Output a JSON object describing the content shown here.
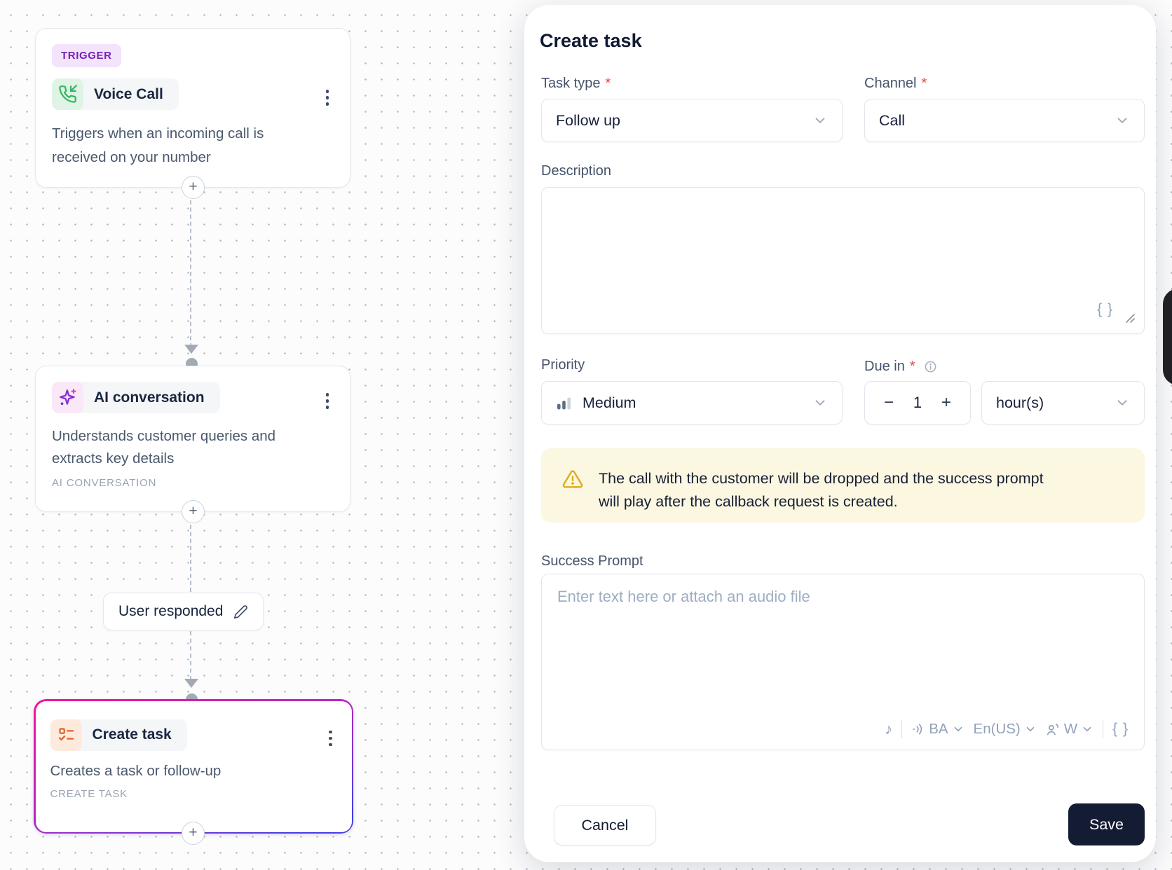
{
  "canvas": {
    "trigger_node": {
      "badge": "TRIGGER",
      "title": "Voice Call",
      "description": "Triggers when an incoming call is received on your number"
    },
    "ai_node": {
      "title": "AI conversation",
      "description": "Understands customer queries and extracts key details",
      "footer": "AI CONVERSATION"
    },
    "task_node": {
      "title": "Create task",
      "description": "Creates a task or follow-up",
      "footer": "CREATE TASK"
    },
    "edge_label": "User responded",
    "plus_glyph": "+"
  },
  "panel": {
    "title": "Create task",
    "task_type": {
      "label": "Task type",
      "required_mark": "*",
      "value": "Follow up"
    },
    "channel": {
      "label": "Channel",
      "required_mark": "*",
      "value": "Call"
    },
    "description": {
      "label": "Description",
      "value": "",
      "braces_glyph": "{ }"
    },
    "priority": {
      "label": "Priority",
      "value": "Medium"
    },
    "due_in": {
      "label": "Due in",
      "required_mark": "*",
      "minus_glyph": "−",
      "value": "1",
      "plus_glyph": "+"
    },
    "due_unit": {
      "value": "hour(s)"
    },
    "warning": "The call with the customer will be dropped and the success prompt will play after the callback request is created.",
    "success_prompt": {
      "label": "Success Prompt",
      "placeholder": "Enter text here or attach an audio file"
    },
    "voice_toolbar": {
      "note_glyph": "♪",
      "voice_label": "BA",
      "language_label": "En(US)",
      "speaker_label": "W",
      "braces_glyph": "{ }"
    },
    "cancel_label": "Cancel",
    "save_label": "Save"
  },
  "colors": {
    "badge_purple": "#7222ba",
    "selected_gradient_start": "#f0169f",
    "selected_gradient_end": "#4340e0",
    "save_bg": "#141c34",
    "warning_bg": "#fbf7e1",
    "phone_green": "#34b763",
    "task_orange": "#e2622b"
  }
}
